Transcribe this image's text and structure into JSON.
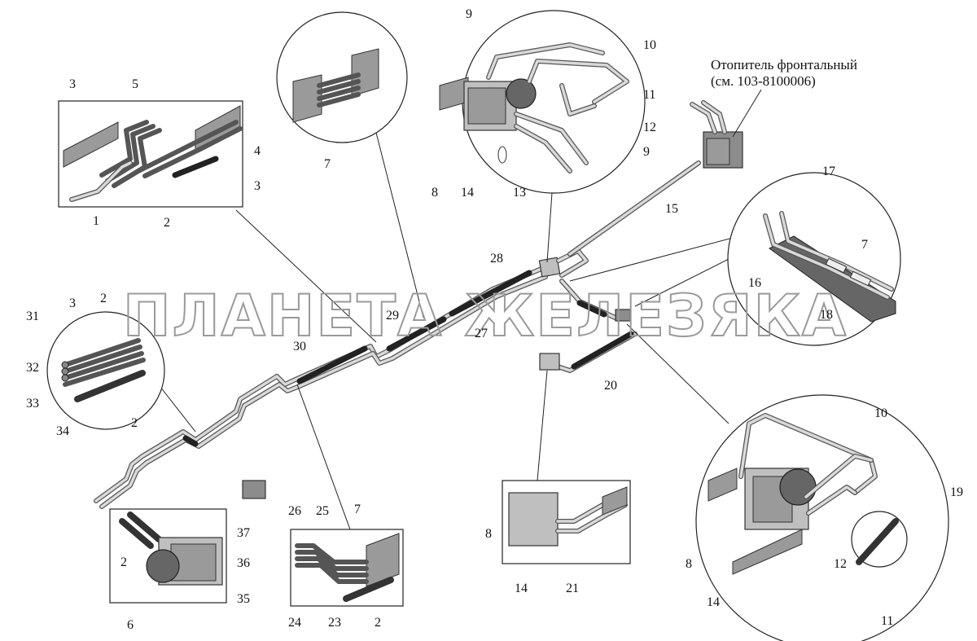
{
  "title_text": {
    "line1": "Отопитель фронтальный",
    "line2": "(см. 103-8100006)"
  },
  "watermark": "ПЛАНЕТА ЖЕЛЕЗЯКА",
  "callouts": {
    "c1": "1",
    "c2a": "2",
    "c3a": "3",
    "c3b": "3",
    "c4": "4",
    "c5": "5",
    "c7a": "7",
    "c9a": "9",
    "c9b": "9",
    "c10a": "10",
    "c11a": "11",
    "c12a": "12",
    "c8a": "8",
    "c14a": "14",
    "c13": "13",
    "c15": "15",
    "c17": "17",
    "c7b": "7",
    "c16": "16",
    "c18": "18",
    "c28": "28",
    "c29": "29",
    "c27": "27",
    "c30": "30",
    "c20": "20",
    "c31": "31",
    "c3c": "3",
    "c2b": "2",
    "c32": "32",
    "c33": "33",
    "c34": "34",
    "c2c": "2",
    "c37": "37",
    "c36": "36",
    "c35": "35",
    "c2d": "2",
    "c6": "6",
    "c26": "26",
    "c25": "25",
    "c7c": "7",
    "c24": "24",
    "c23": "23",
    "c2e": "2",
    "c8b": "8",
    "c14b": "14",
    "c21": "21",
    "c10b": "10",
    "c19": "19",
    "c8c": "8",
    "c12b": "12",
    "c14c": "14",
    "c11b": "11"
  },
  "colors": {
    "ink": "#222222",
    "pipe": "#555555",
    "watermark": "#9a9a9a"
  }
}
